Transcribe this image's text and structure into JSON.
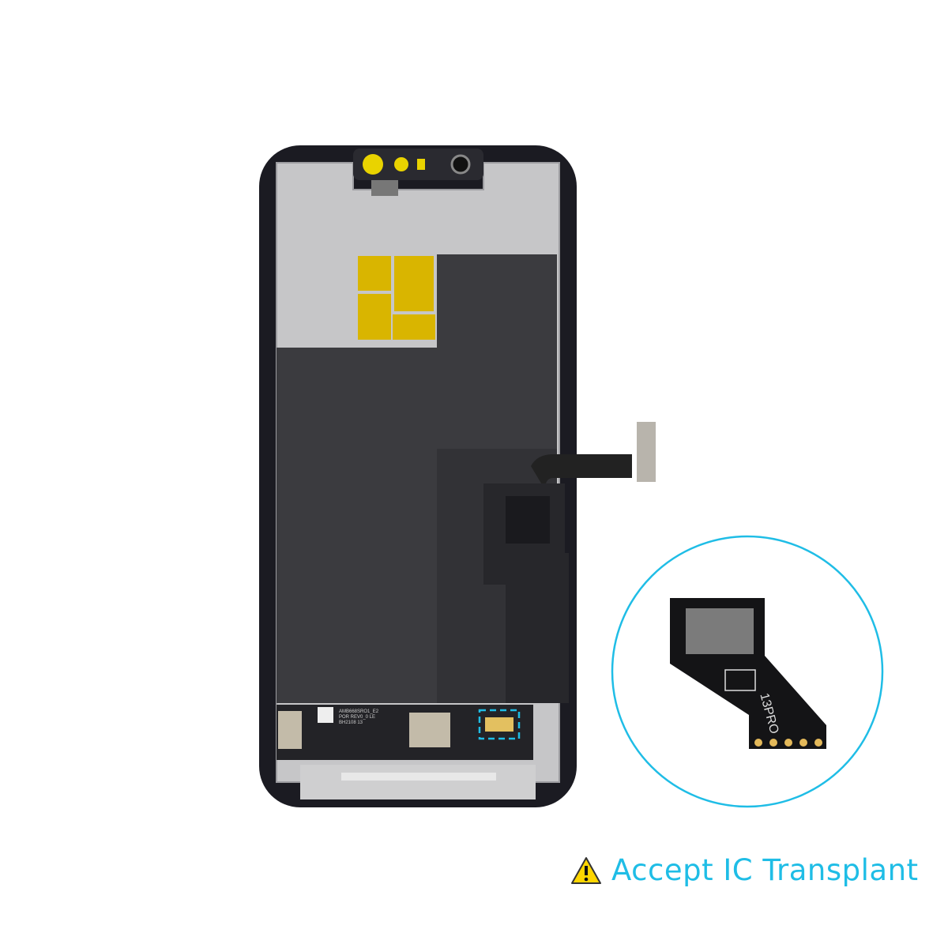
{
  "product": {
    "name_printed_on_board": "13PRO",
    "label_lines": [
      "AMB668SRO1_E2",
      "POR REV0_0 LE",
      "BH2108 13"
    ]
  },
  "caption": {
    "icon": "warning-triangle-icon",
    "text": "Accept IC Transplant"
  },
  "colors": {
    "accent": "#1fbde6",
    "warning": "#ffd600",
    "frame": "#1b1b22",
    "shield": "#c4c4c6",
    "graphite": "#3a3a3e",
    "tape": "#d8b400"
  }
}
